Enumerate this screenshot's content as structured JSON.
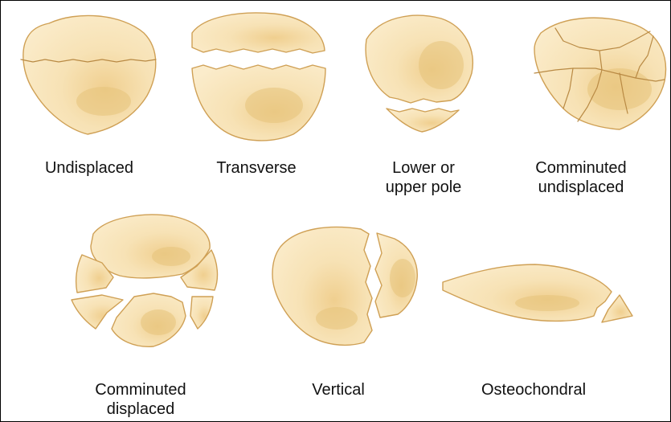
{
  "colors": {
    "bone_fill": "#f9e7bf",
    "bone_shade": "#e6c27a",
    "bone_outline": "#cfa055",
    "crack_line": "#b98a44"
  },
  "fractures": [
    {
      "id": "undisplaced",
      "label_lines": [
        "Undisplaced"
      ]
    },
    {
      "id": "transverse",
      "label_lines": [
        "Transverse"
      ]
    },
    {
      "id": "lower-upper-pole",
      "label_lines": [
        "Lower or",
        "upper pole"
      ]
    },
    {
      "id": "comminuted-undisplaced",
      "label_lines": [
        "Comminuted",
        "undisplaced"
      ]
    },
    {
      "id": "comminuted-displaced",
      "label_lines": [
        "Comminuted",
        "displaced"
      ]
    },
    {
      "id": "vertical",
      "label_lines": [
        "Vertical"
      ]
    },
    {
      "id": "osteochondral",
      "label_lines": [
        "Osteochondral"
      ]
    }
  ]
}
